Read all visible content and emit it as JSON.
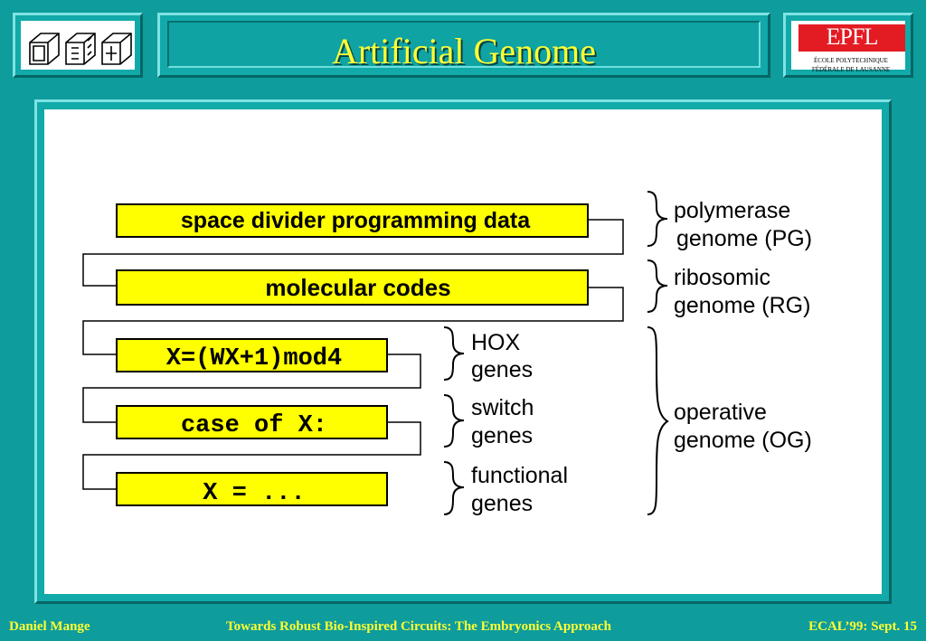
{
  "header": {
    "title": "Artificial Genome",
    "logo_right": {
      "mark": "EPFL",
      "line1": "ÉCOLE POLYTECHNIQUE",
      "line2": "FÉDÉRALE DE LAUSANNE"
    }
  },
  "diagram": {
    "boxes": [
      {
        "label": "space divider programming data",
        "style": "sans"
      },
      {
        "label": "molecular codes",
        "style": "sans"
      },
      {
        "label": "X=(WX+1)mod4",
        "style": "mono"
      },
      {
        "label": "case of X:",
        "style": "mono"
      },
      {
        "label": "X = ...",
        "style": "mono"
      }
    ],
    "inner_groups": [
      {
        "line1": "HOX",
        "line2": "genes"
      },
      {
        "line1": "switch",
        "line2": "genes"
      },
      {
        "line1": "functional",
        "line2": "genes"
      }
    ],
    "outer_groups": [
      {
        "line1": "polymerase",
        "line2": "genome (PG)"
      },
      {
        "line1": "ribosomic",
        "line2": "genome (RG)"
      },
      {
        "line1": "operative",
        "line2": "genome (OG)"
      }
    ],
    "colors": {
      "box_fill": "#ffff00",
      "line": "#000000"
    }
  },
  "footer": {
    "author": "Daniel Mange",
    "talk_title": "Towards Robust Bio-Inspired Circuits: The Embryonics Approach",
    "venue": "ECAL’99: Sept. 15"
  }
}
